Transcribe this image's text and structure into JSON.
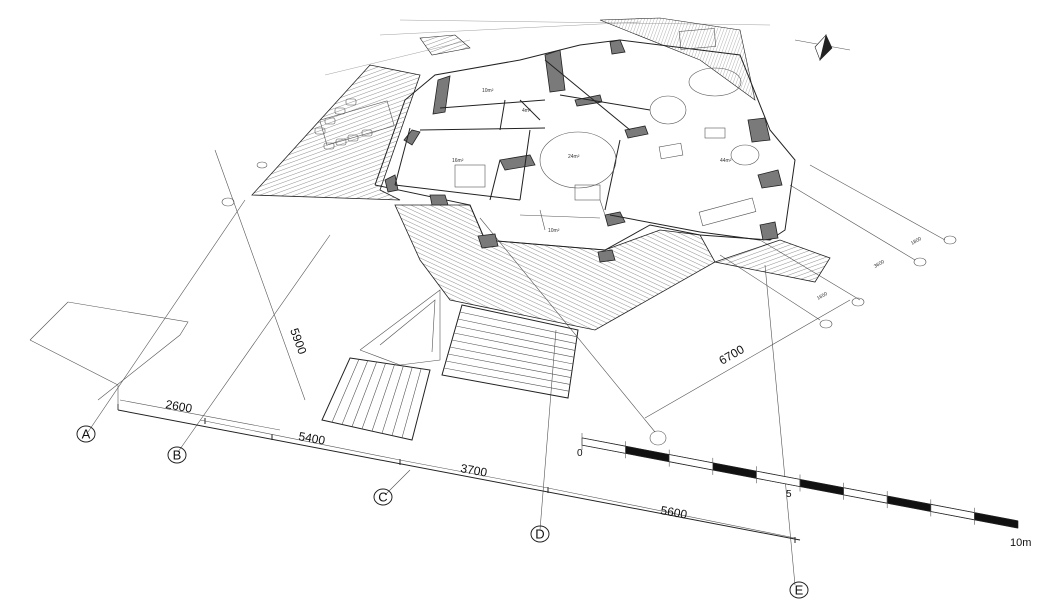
{
  "axes": {
    "a": "A",
    "b": "B",
    "c": "C",
    "d": "D",
    "e": "E"
  },
  "dimensions": {
    "ab": "2600",
    "bc": "5400",
    "cd": "3700",
    "de": "5600",
    "vertical_left": "5900",
    "diagonal_right": "6700",
    "right_small_1": "1650",
    "right_small_2": "3600",
    "right_small_3": "1800"
  },
  "rooms": {
    "living": "44m²",
    "hall": "24m²",
    "room_left": "16m²",
    "terrace": "10m²",
    "room_top": "10m²",
    "wc": "4m²"
  },
  "scale_bar": {
    "start": "0",
    "mid": "5",
    "end": "10m"
  },
  "colors": {
    "line": "#222222",
    "wall_fill": "#7a7a7a",
    "background": "#ffffff"
  },
  "icons": [
    "north-arrow-icon"
  ]
}
